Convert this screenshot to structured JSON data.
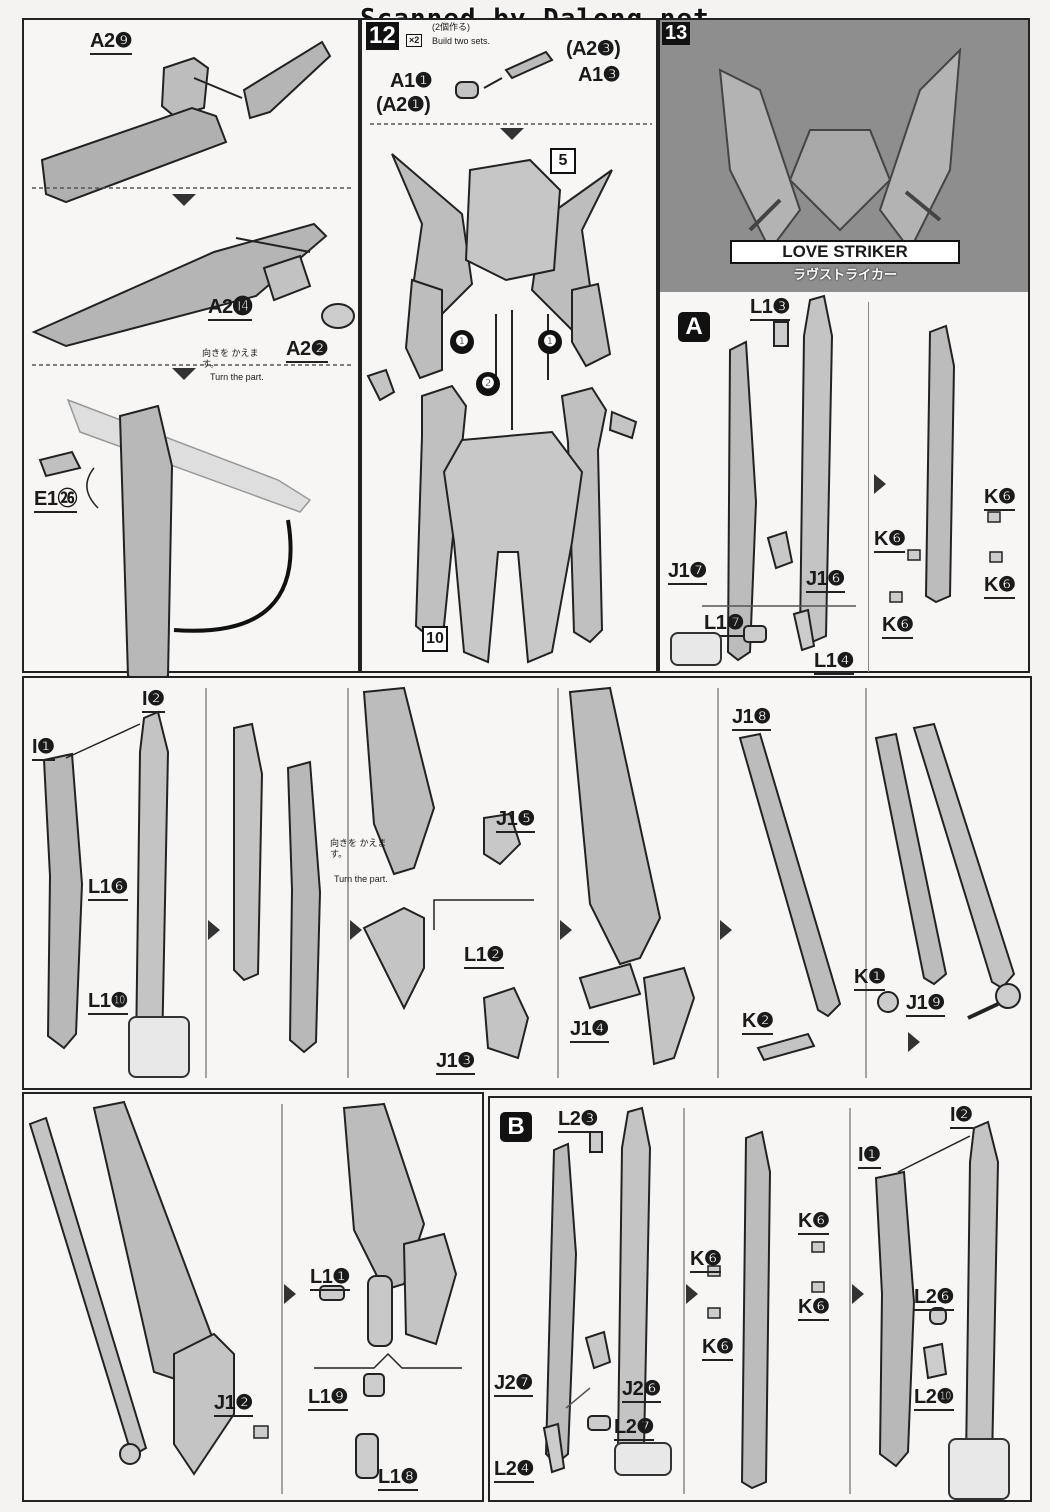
{
  "header": {
    "watermark": "Scanned by Dalong.net"
  },
  "step12": {
    "number": "12",
    "sets_jp": "(2個作る)",
    "sets_icon": "×2",
    "sets_en": "Build two sets.",
    "parts": {
      "a1_1": "A1❶",
      "a2_1": "(A2❶)",
      "a2_3": "(A2❸)",
      "a1_3": "A1❸"
    },
    "ref5": "5",
    "ref10": "10",
    "order1": "❶",
    "order2": "❷",
    "order3": "❶"
  },
  "step13": {
    "number": "13",
    "banner_en": "LOVE STRIKER",
    "banner_jp": "ラヴストライカー"
  },
  "left_top": {
    "a2_9": "A2❾",
    "a2_14": "A2⓮",
    "a2_2": "A2❷",
    "turn_jp": "向きを かえます。",
    "turn_en": "Turn the part.",
    "e1_26": "E1㉖"
  },
  "section_a": {
    "badge": "A",
    "labels": {
      "l1_3": "L1❸",
      "j1_7": "J1❼",
      "j1_6": "J1❻",
      "l1_7": "L1❼",
      "l1_4": "L1❹",
      "k6a": "K❻",
      "k6b": "K❻",
      "k6c": "K❻",
      "k6d": "K❻"
    }
  },
  "middle_row": {
    "i1": "I❶",
    "i2": "I❷",
    "l1_6": "L1❻",
    "l1_10": "L1❿",
    "turn_jp": "向きを かえます。",
    "turn_en": "Turn the part.",
    "j1_5": "J1❺",
    "l1_2": "L1❷",
    "j1_3": "J1❸",
    "j1_4": "J1❹",
    "j1_8": "J1❽",
    "k1": "K❶",
    "k2": "K❷",
    "j1_9": "J1❾"
  },
  "bottom_left": {
    "j1_2": "J1❷",
    "l1_1": "L1❶",
    "l1_9": "L1❾",
    "l1_8": "L1❽"
  },
  "section_b": {
    "badge": "B",
    "labels": {
      "l2_3": "L2❸",
      "j2_7": "J2❼",
      "j2_6": "J2❻",
      "l2_7": "L2❼",
      "l2_4": "L2❹",
      "k6a": "K❻",
      "k6b": "K❻",
      "k6c": "K❻",
      "k6d": "K❻",
      "i1": "I❶",
      "i2": "I❷",
      "l2_6": "L2❻",
      "l2_10": "L2❿"
    }
  }
}
